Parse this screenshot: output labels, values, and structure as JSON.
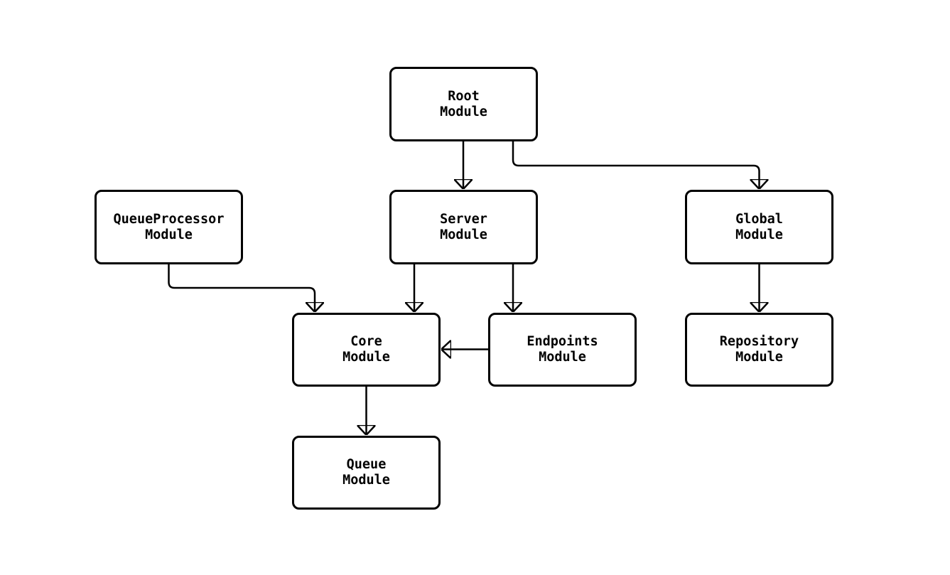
{
  "colors": {
    "background": "#ffffff",
    "node_fill": "#ffffff",
    "node_stroke": "#000000",
    "edge_stroke": "#000000",
    "text": "#000000"
  },
  "diagram": {
    "type": "module-dependency-flowchart",
    "nodes": {
      "root": {
        "label": "Root\nModule"
      },
      "queue_processor": {
        "label": "QueueProcessor\nModule"
      },
      "server": {
        "label": "Server\nModule"
      },
      "global": {
        "label": "Global\nModule"
      },
      "core": {
        "label": "Core\nModule"
      },
      "endpoints": {
        "label": "Endpoints\nModule"
      },
      "repository": {
        "label": "Repository\nModule"
      },
      "queue": {
        "label": "Queue\nModule"
      }
    },
    "edges": [
      {
        "from": "Root Module",
        "to": "Server Module"
      },
      {
        "from": "Root Module",
        "to": "Global Module"
      },
      {
        "from": "QueueProcessor Module",
        "to": "Core Module"
      },
      {
        "from": "Server Module",
        "to": "Core Module"
      },
      {
        "from": "Server Module",
        "to": "Endpoints Module"
      },
      {
        "from": "Endpoints Module",
        "to": "Core Module"
      },
      {
        "from": "Global Module",
        "to": "Repository Module"
      },
      {
        "from": "Core Module",
        "to": "Queue Module"
      }
    ]
  }
}
